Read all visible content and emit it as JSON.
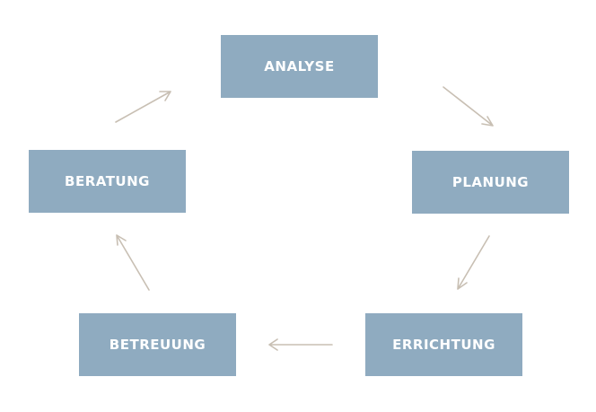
{
  "diagram": {
    "type": "cycle",
    "colors": {
      "node_fill": "#8fabc0",
      "node_text": "#ffffff",
      "arrow": "#c8bfb3",
      "background": "#ffffff"
    },
    "nodes": [
      {
        "id": "analyse",
        "label": "ANALYSE"
      },
      {
        "id": "planung",
        "label": "PLANUNG"
      },
      {
        "id": "errichtung",
        "label": "ERRICHTUNG"
      },
      {
        "id": "betreuung",
        "label": "BETREUUNG"
      },
      {
        "id": "beratung",
        "label": "BERATUNG"
      }
    ],
    "edges": [
      {
        "from": "analyse",
        "to": "planung"
      },
      {
        "from": "planung",
        "to": "errichtung"
      },
      {
        "from": "errichtung",
        "to": "betreuung"
      },
      {
        "from": "betreuung",
        "to": "beratung"
      },
      {
        "from": "beratung",
        "to": "analyse"
      }
    ]
  }
}
